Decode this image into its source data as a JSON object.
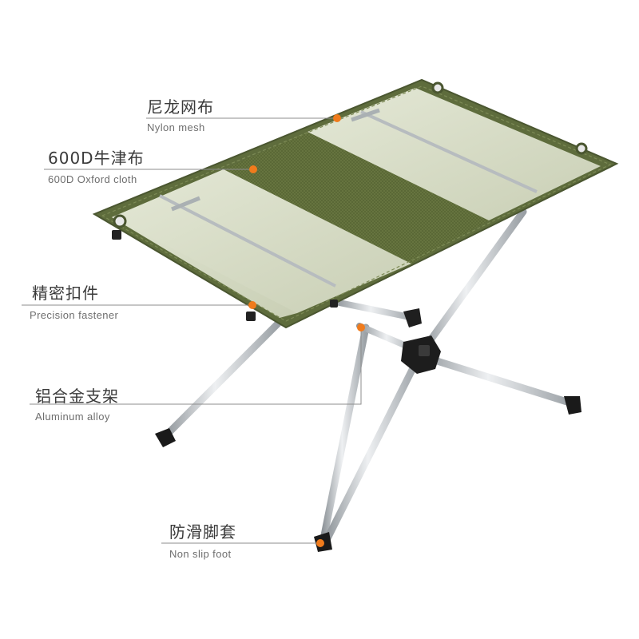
{
  "callouts": [
    {
      "id": "nylon",
      "cn": "尼龙网布",
      "en": "Nylon mesh"
    },
    {
      "id": "oxford",
      "cn": "600D牛津布",
      "en": "600D Oxford cloth"
    },
    {
      "id": "fastener",
      "cn": "精密扣件",
      "en": "Precision fastener"
    },
    {
      "id": "alloy",
      "cn": "铝合金支架",
      "en": "Aluminum alloy"
    },
    {
      "id": "foot",
      "cn": "防滑脚套",
      "en": "Non slip foot"
    }
  ],
  "colors": {
    "fabric_olive": "#5b6a3a",
    "mesh_pale": "#d7dcc6",
    "leg_silver": "#c7ccd0",
    "marker_orange": "#f07b1c",
    "leader_line": "#8c8c8c"
  }
}
